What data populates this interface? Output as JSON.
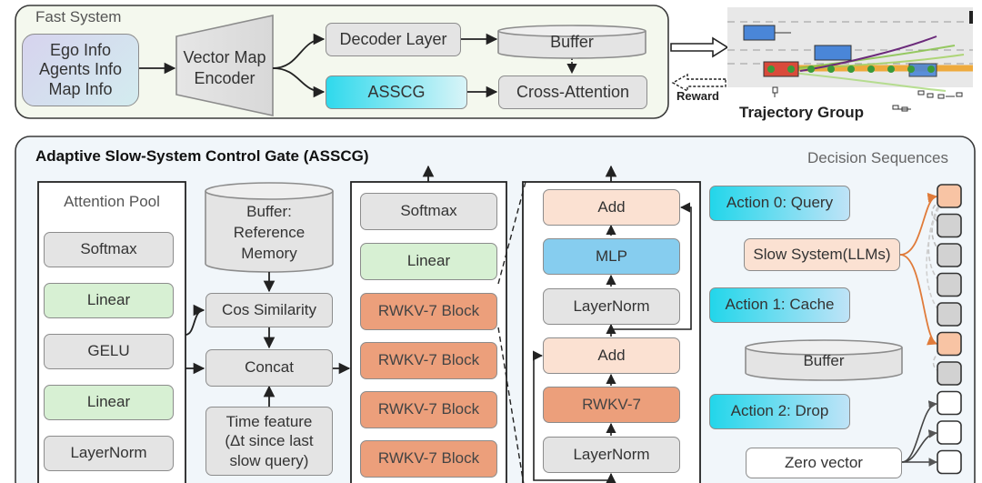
{
  "fast_system": {
    "title": "Fast System",
    "info_lines": [
      "Ego Info",
      "Agents Info",
      "Map Info"
    ],
    "encoder": "Vector Map\nEncoder",
    "decoder": "Decoder Layer",
    "asscg": "ASSCG",
    "buffer": "Buffer",
    "cross_attention": "Cross-Attention",
    "reward": "Reward",
    "trajectory_group": "Trajectory Group"
  },
  "asscg_panel": {
    "title": "Adaptive Slow-System Control Gate (ASSCG)",
    "decision_sequences": "Decision Sequences",
    "attention_pool": {
      "title": "Attention Pool",
      "layers": [
        "Softmax",
        "Linear",
        "GELU",
        "Linear",
        "LayerNorm"
      ]
    },
    "buffer_ref": "Buffer:\nReference\nMemory",
    "cos_similarity": "Cos Similarity",
    "concat": "Concat",
    "time_feature": "Time feature\n(Δt since last\nslow query)",
    "stack": [
      "Softmax",
      "Linear",
      "RWKV-7 Block",
      "RWKV-7 Block",
      "RWKV-7 Block",
      "RWKV-7 Block"
    ],
    "block_detail": [
      "Add",
      "MLP",
      "LayerNorm",
      "Add",
      "RWKV-7",
      "LayerNorm"
    ],
    "actions": [
      "Action 0: Query",
      "Action 1: Cache",
      "Action 2: Drop"
    ],
    "slow_system": "Slow System(LLMs)",
    "buffer": "Buffer",
    "zero_vector": "Zero vector",
    "sequence_cells": [
      "query",
      "cache",
      "cache",
      "cache",
      "cache",
      "query",
      "cache",
      "drop",
      "drop",
      "drop"
    ]
  },
  "colors": {
    "gray": "#e4e4e4",
    "green": "#d7f0d3",
    "orange": "#ec9f7b",
    "peach": "#fbe1d2",
    "blue": "#86cdef",
    "panel_fast": "#f4f8ee",
    "panel_asscg": "#f1f6fa",
    "arrow_orange": "#e07b3a"
  }
}
